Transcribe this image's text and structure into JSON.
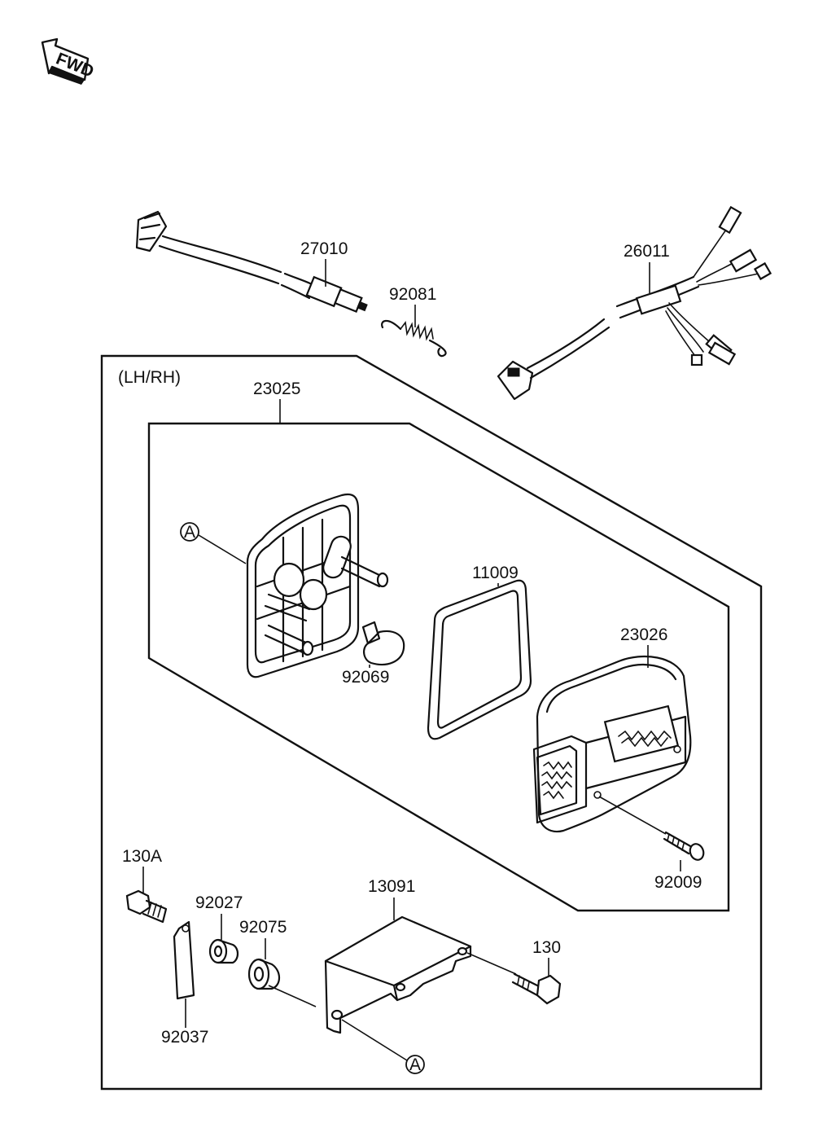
{
  "fwd_label": "FWD",
  "group_label": "(LH/RH)",
  "ref_marker": "A",
  "parts": {
    "p27010": "27010",
    "p92081": "92081",
    "p26011": "26011",
    "p23025": "23025",
    "p11009": "11009",
    "p23026": "23026",
    "p92069": "92069",
    "p92009": "92009",
    "p130A": "130A",
    "p92027": "92027",
    "p92075": "92075",
    "p13091": "13091",
    "p130": "130",
    "p92037": "92037"
  }
}
